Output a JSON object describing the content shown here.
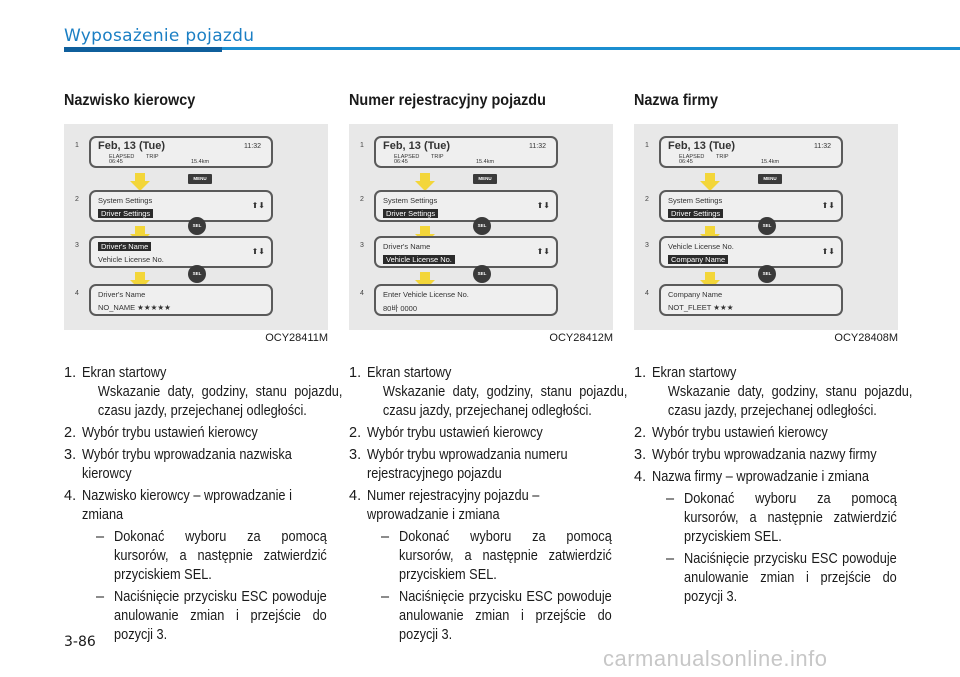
{
  "header": {
    "section_title": "Wyposażenie pojazdu"
  },
  "footer": {
    "page_number": "3-86",
    "watermark": "carmanualsonline.info"
  },
  "display": {
    "date": "Feb, 13 (Tue)",
    "time": "11:32",
    "elapsed": "ELAPSED",
    "trip": "TRIP",
    "elapsed_val": "06:45",
    "trip_val": "15.4km",
    "system_settings": "System Settings",
    "driver_settings": "Driver Settings",
    "menu": "MENU",
    "sel": "SEL",
    "up_down": "⬆⬇"
  },
  "columns": [
    {
      "title": "Nazwisko kierowcy",
      "fig_code": "OCY28411M",
      "panel3": {
        "l1": "Driver's Name",
        "l2": "Vehicle License No.",
        "hl": 1
      },
      "panel4": {
        "l1": "Driver's Name",
        "l2": "NO_NAME ★★★★★"
      },
      "steps": [
        {
          "num": "1.",
          "text": "Ekran startowy",
          "desc": "Wskazanie daty, godziny, stanu pojazdu, czasu jazdy, przejechanej odległości.",
          "subs": []
        },
        {
          "num": "2.",
          "text": "Wybór trybu ustawień kierowcy",
          "desc": "",
          "subs": []
        },
        {
          "num": "3.",
          "text": "Wybór trybu wprowadzania nazwiska kierowcy",
          "desc": "",
          "subs": []
        },
        {
          "num": "4.",
          "text": "Nazwisko kierowcy – wprowadzanie i zmiana",
          "desc": "",
          "subs": [
            "Dokonać wyboru za pomocą kursorów, a następnie zatwierdzić przyciskiem SEL.",
            "Naciśnięcie przycisku ESC powoduje anulowanie zmian i przejście do pozycji 3."
          ]
        }
      ]
    },
    {
      "title": "Numer rejestracyjny pojazdu",
      "fig_code": "OCY28412M",
      "panel3": {
        "l1": "Driver's Name",
        "l2": "Vehicle License No.",
        "hl": 2
      },
      "panel4": {
        "l1": "Enter Vehicle License No.",
        "l2": "80바 0000"
      },
      "steps": [
        {
          "num": "1.",
          "text": "Ekran startowy",
          "desc": "Wskazanie daty, godziny, stanu pojazdu, czasu jazdy, przejechanej odległości.",
          "subs": []
        },
        {
          "num": "2.",
          "text": "Wybór trybu ustawień kierowcy",
          "desc": "",
          "subs": []
        },
        {
          "num": "3.",
          "text": "Wybór trybu wprowadzania numeru rejestracyjnego pojazdu",
          "desc": "",
          "subs": []
        },
        {
          "num": "4.",
          "text": "Numer rejestracyjny pojazdu – wprowadzanie i zmiana",
          "desc": "",
          "subs": [
            "Dokonać wyboru za pomocą kursorów, a następnie zatwierdzić przyciskiem SEL.",
            "Naciśnięcie przycisku ESC powoduje anulowanie zmian i przejście do pozycji 3."
          ]
        }
      ]
    },
    {
      "title": "Nazwa firmy",
      "fig_code": "OCY28408M",
      "panel3": {
        "l1": "Vehicle License No.",
        "l2": "Company Name",
        "hl": 2
      },
      "panel4": {
        "l1": "Company Name",
        "l2": "NOT_FLEET ★★★"
      },
      "steps": [
        {
          "num": "1.",
          "text": "Ekran startowy",
          "desc": "Wskazanie daty, godziny, stanu pojazdu, czasu jazdy, przejechanej odległości.",
          "subs": []
        },
        {
          "num": "2.",
          "text": "Wybór trybu ustawień kierowcy",
          "desc": "",
          "subs": []
        },
        {
          "num": "3.",
          "text": "Wybór trybu wprowadzania nazwy firmy",
          "desc": "",
          "subs": []
        },
        {
          "num": "4.",
          "text": "Nazwa firmy – wprowadzanie i zmiana",
          "desc": "",
          "subs": [
            "Dokonać wyboru za pomocą kursorów, a następnie zatwierdzić przyciskiem SEL.",
            "Naciśnięcie przycisku ESC powoduje anulowanie zmian i przejście do pozycji 3."
          ]
        }
      ]
    }
  ]
}
